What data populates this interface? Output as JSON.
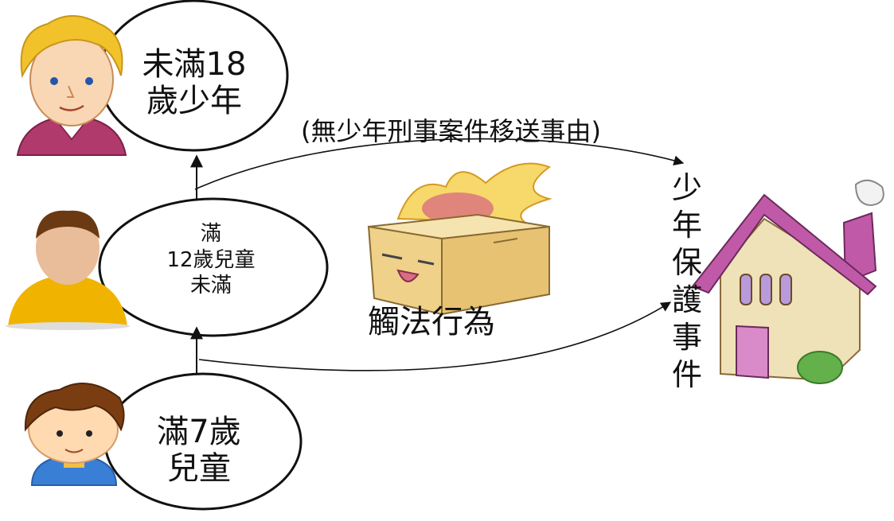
{
  "nodes": {
    "youth": {
      "line1": "未滿18",
      "line2": "歲少年"
    },
    "child12": {
      "line1": "滿",
      "line2": "12歲兒童",
      "line3": "未滿"
    },
    "child7": {
      "line1": "滿7歲",
      "line2": "兒童"
    }
  },
  "edge_label": "(無少年刑事案件移送事由)",
  "center_label": "觸法行為",
  "target_label": "少年保護事件",
  "colors": {
    "stroke": "#111111",
    "house_roof": "#c05aa8",
    "house_wall": "#efe1b8",
    "box": "#ecd79a"
  }
}
